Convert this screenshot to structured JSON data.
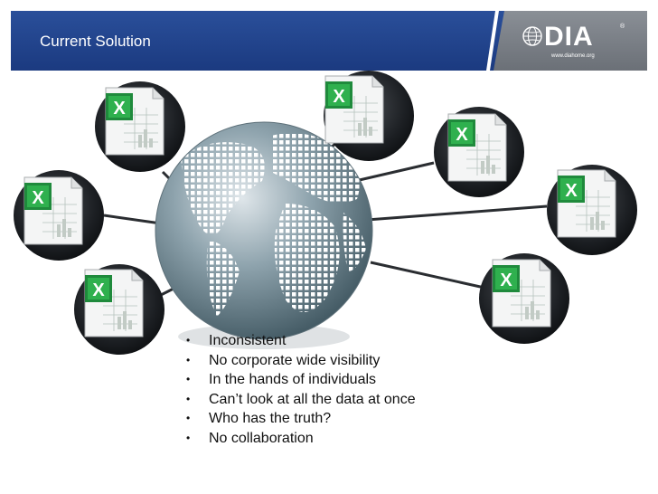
{
  "header": {
    "title": "Current Solution",
    "brand_color": "#1f4290",
    "logo": {
      "text": "DIA",
      "registered": "®",
      "url": "www.diahome.org"
    }
  },
  "icons": [
    "globe-icon",
    "spreadsheet-icon"
  ],
  "bullets": [
    "Inconsistent",
    "No corporate wide visibility",
    "In the hands of individuals",
    "Can’t look at all the data at once",
    "Who has the truth?",
    "No collaboration"
  ]
}
